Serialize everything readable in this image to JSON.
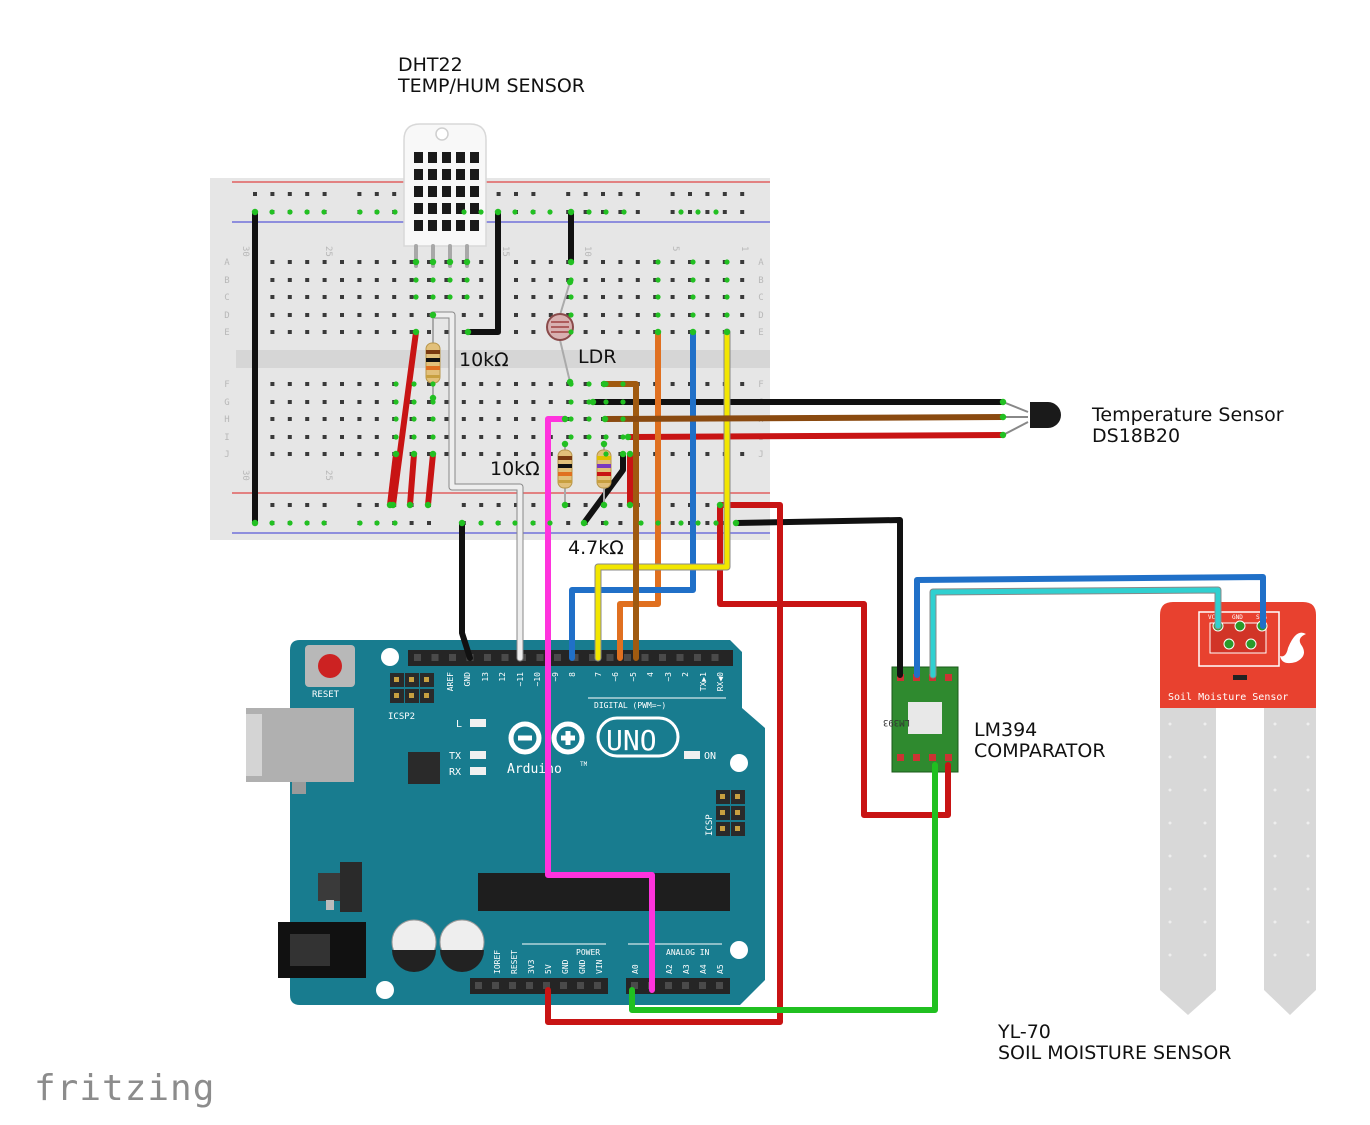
{
  "labels": {
    "dht22_line1": "DHT22",
    "dht22_line2": "TEMP/HUM SENSOR",
    "r1": "10kΩ",
    "ldr": "LDR",
    "r2": "10kΩ",
    "r3": "4.7kΩ",
    "temp_line1": "Temperature Sensor",
    "temp_line2": "DS18B20",
    "lm_line1": "LM394",
    "lm_line2": "COMPARATOR",
    "yl_line1": "YL-70",
    "yl_line2": "SOIL MOISTURE SENSOR",
    "watermark": "fritzing"
  },
  "board": {
    "reset": "RESET",
    "icsp2": "ICSP2",
    "icsp": "ICSP",
    "brand": "UNO",
    "maker": "Arduino",
    "tm": "TM",
    "on": "ON",
    "l": "L",
    "tx": "TX",
    "rx": "RX",
    "digital": "DIGITAL (PWM=~)",
    "power": "POWER",
    "analog": "ANALOG IN",
    "top_pins": [
      "AREF",
      "GND",
      "13",
      "12",
      "~11",
      "~10",
      "~9",
      "8",
      "7",
      "~6",
      "~5",
      "4",
      "~3",
      "2",
      "TX▶1",
      "RX◀0"
    ],
    "power_pins": [
      "IOREF",
      "RESET",
      "3V3",
      "5V",
      "GND",
      "GND",
      "VIN"
    ],
    "analog_pins": [
      "A0",
      "A1",
      "A2",
      "A3",
      "A4",
      "A5"
    ]
  },
  "comparator_chip": "LM393",
  "soil_sensor": {
    "name": "Soil Moisture Sensor",
    "pins": [
      "VCC",
      "GND",
      "SIG"
    ]
  },
  "breadboard": {
    "row_letters": [
      "A",
      "B",
      "C",
      "D",
      "E",
      "F",
      "G",
      "H",
      "I",
      "J"
    ],
    "col_numbers": [
      "30",
      "25",
      "15",
      "10",
      "5",
      "1"
    ]
  },
  "wire_colors": {
    "black": "#111111",
    "red": "#c81414",
    "white": "#eeeeee",
    "magenta": "#ff33dd",
    "orange": "#e07020",
    "blue": "#2070c8",
    "yellow": "#f2e600",
    "brown": "#8a4a10",
    "dark_brown": "#a05a10",
    "green": "#20c020",
    "cyan": "#30d0d0"
  }
}
